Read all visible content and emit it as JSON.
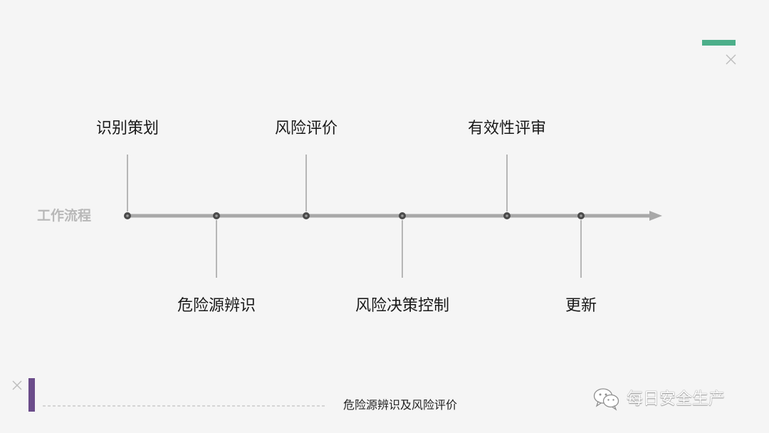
{
  "diagram": {
    "row_label": "工作流程",
    "stages_above": [
      {
        "label": "识别策划"
      },
      {
        "label": "风险评价"
      },
      {
        "label": "有效性评审"
      }
    ],
    "stages_below": [
      {
        "label": "危险源辨识"
      },
      {
        "label": "风险决策控制"
      },
      {
        "label": "更新"
      }
    ]
  },
  "footer": {
    "title": "危险源辨识及风险评价",
    "brand": "每日安全生产",
    "brand_icon": "wechat-icon"
  },
  "colors": {
    "background": "#f5f5f5",
    "accent_green": "#4caf8a",
    "accent_purple": "#6b4c8a",
    "timeline": "#a8a8a8",
    "node": "#4a4a4a"
  }
}
